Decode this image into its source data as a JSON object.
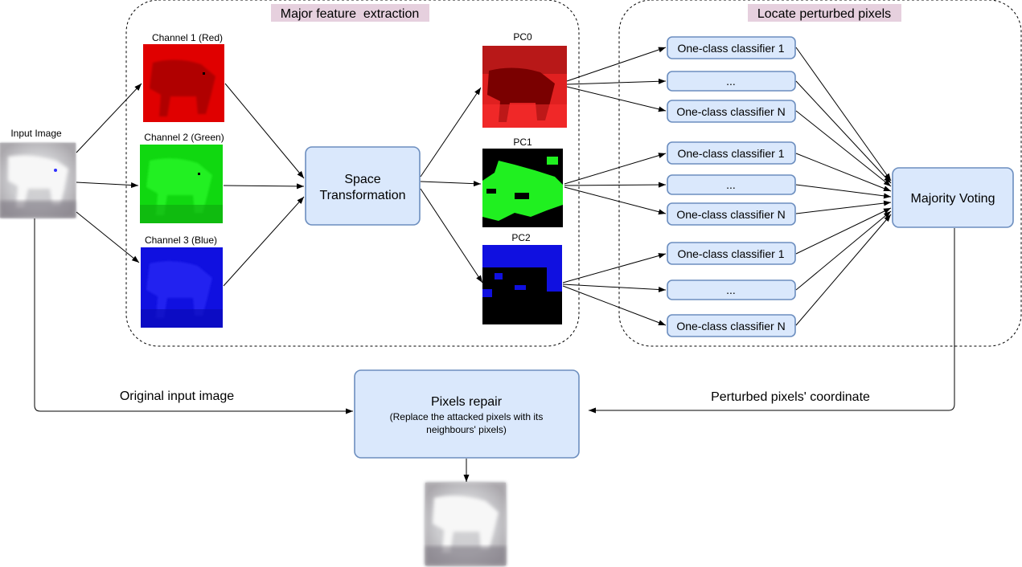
{
  "groups": {
    "feature_extraction": "Major feature  extraction",
    "locate": "Locate perturbed pixels"
  },
  "input": {
    "label": "Input Image"
  },
  "channels": [
    {
      "label": "Channel 1 (Red)"
    },
    {
      "label": "Channel 2 (Green)"
    },
    {
      "label": "Channel 3 (Blue)"
    }
  ],
  "space_transformation": {
    "line1": "Space",
    "line2": "Transformation"
  },
  "pcs": [
    {
      "label": "PC0"
    },
    {
      "label": "PC1"
    },
    {
      "label": "PC2"
    }
  ],
  "classifiers": {
    "first": "One-class classifier 1",
    "middle": "...",
    "last": "One-class classifier N"
  },
  "majority_voting": "Majority Voting",
  "pixels_repair": {
    "title": "Pixels repair",
    "desc_line1": "(Replace the attacked pixels with its",
    "desc_line2": "neighbours' pixels)"
  },
  "edges": {
    "original": "Original input image",
    "perturbed": "Perturbed pixels' coordinate"
  },
  "colors": {
    "box_fill": "#dae8fc",
    "box_stroke": "#6c8ebf",
    "group_label_bg": "#e6d0de",
    "red": "#e00000",
    "green": "#10f010",
    "blue": "#1010e0"
  }
}
